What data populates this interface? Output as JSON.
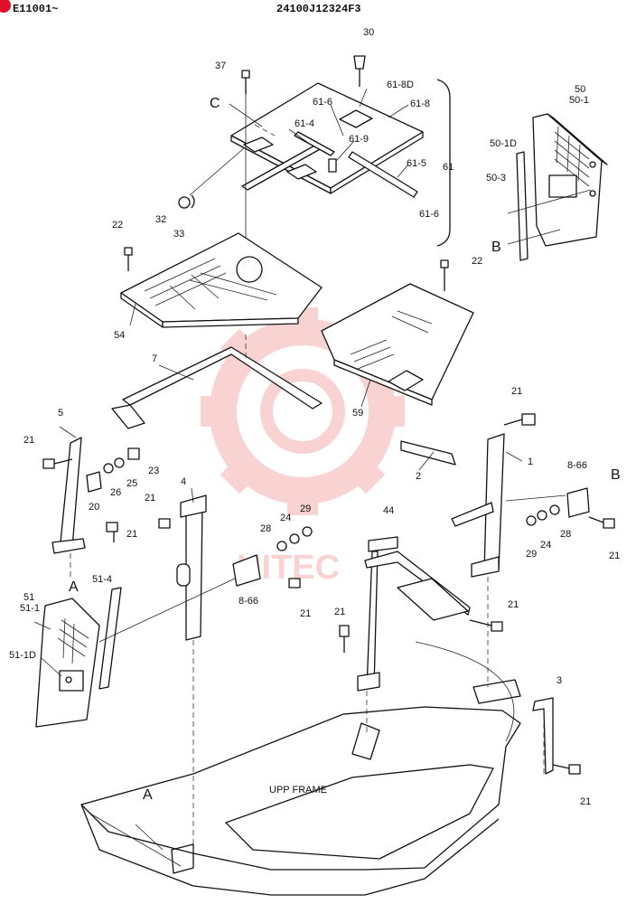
{
  "header": {
    "serial_range": "E11001~",
    "drawing_number": "24100J12324F3"
  },
  "watermark": {
    "text": "HITEC",
    "color": "#f08080"
  },
  "frame_label": "UPP FRAME",
  "callouts": [
    {
      "id": "c1",
      "text": "30"
    },
    {
      "id": "c2",
      "text": "37"
    },
    {
      "id": "c3",
      "text": "C"
    },
    {
      "id": "c4",
      "text": "61-8D"
    },
    {
      "id": "c5",
      "text": "61-6"
    },
    {
      "id": "c6",
      "text": "61-8"
    },
    {
      "id": "c7",
      "text": "61-4"
    },
    {
      "id": "c8",
      "text": "61-9"
    },
    {
      "id": "c9",
      "text": "61"
    },
    {
      "id": "c10",
      "text": "61-5"
    },
    {
      "id": "c11",
      "text": "61-6"
    },
    {
      "id": "c12",
      "text": "32"
    },
    {
      "id": "c13",
      "text": "33"
    },
    {
      "id": "c14",
      "text": "50"
    },
    {
      "id": "c15",
      "text": "50-1"
    },
    {
      "id": "c16",
      "text": "50-1D"
    },
    {
      "id": "c17",
      "text": "50-3"
    },
    {
      "id": "c18",
      "text": "B"
    },
    {
      "id": "c19",
      "text": "22"
    },
    {
      "id": "c20",
      "text": "22"
    },
    {
      "id": "c21",
      "text": "54"
    },
    {
      "id": "c22",
      "text": "7"
    },
    {
      "id": "c23",
      "text": "59"
    },
    {
      "id": "c24",
      "text": "5"
    },
    {
      "id": "c25",
      "text": "21"
    },
    {
      "id": "c26",
      "text": "26"
    },
    {
      "id": "c27",
      "text": "25"
    },
    {
      "id": "c28",
      "text": "23"
    },
    {
      "id": "c29",
      "text": "20"
    },
    {
      "id": "c30",
      "text": "21"
    },
    {
      "id": "c31",
      "text": "21"
    },
    {
      "id": "c32",
      "text": "4"
    },
    {
      "id": "c33",
      "text": "2"
    },
    {
      "id": "c34",
      "text": "21"
    },
    {
      "id": "c35",
      "text": "1"
    },
    {
      "id": "c36",
      "text": "8-66"
    },
    {
      "id": "c37",
      "text": "B"
    },
    {
      "id": "c38",
      "text": "24"
    },
    {
      "id": "c39",
      "text": "29"
    },
    {
      "id": "c40",
      "text": "28"
    },
    {
      "id": "c41",
      "text": "8-66"
    },
    {
      "id": "c42",
      "text": "21"
    },
    {
      "id": "c43",
      "text": "44"
    },
    {
      "id": "c44",
      "text": "29"
    },
    {
      "id": "c45",
      "text": "24"
    },
    {
      "id": "c46",
      "text": "28"
    },
    {
      "id": "c47",
      "text": "21"
    },
    {
      "id": "c48",
      "text": "A"
    },
    {
      "id": "c49",
      "text": "51-4"
    },
    {
      "id": "c50",
      "text": "51"
    },
    {
      "id": "c51",
      "text": "51-1"
    },
    {
      "id": "c52",
      "text": "51-1D"
    },
    {
      "id": "c53",
      "text": "21"
    },
    {
      "id": "c54",
      "text": "21"
    },
    {
      "id": "c55",
      "text": "3"
    },
    {
      "id": "c56",
      "text": "21"
    },
    {
      "id": "c57",
      "text": "A"
    }
  ]
}
